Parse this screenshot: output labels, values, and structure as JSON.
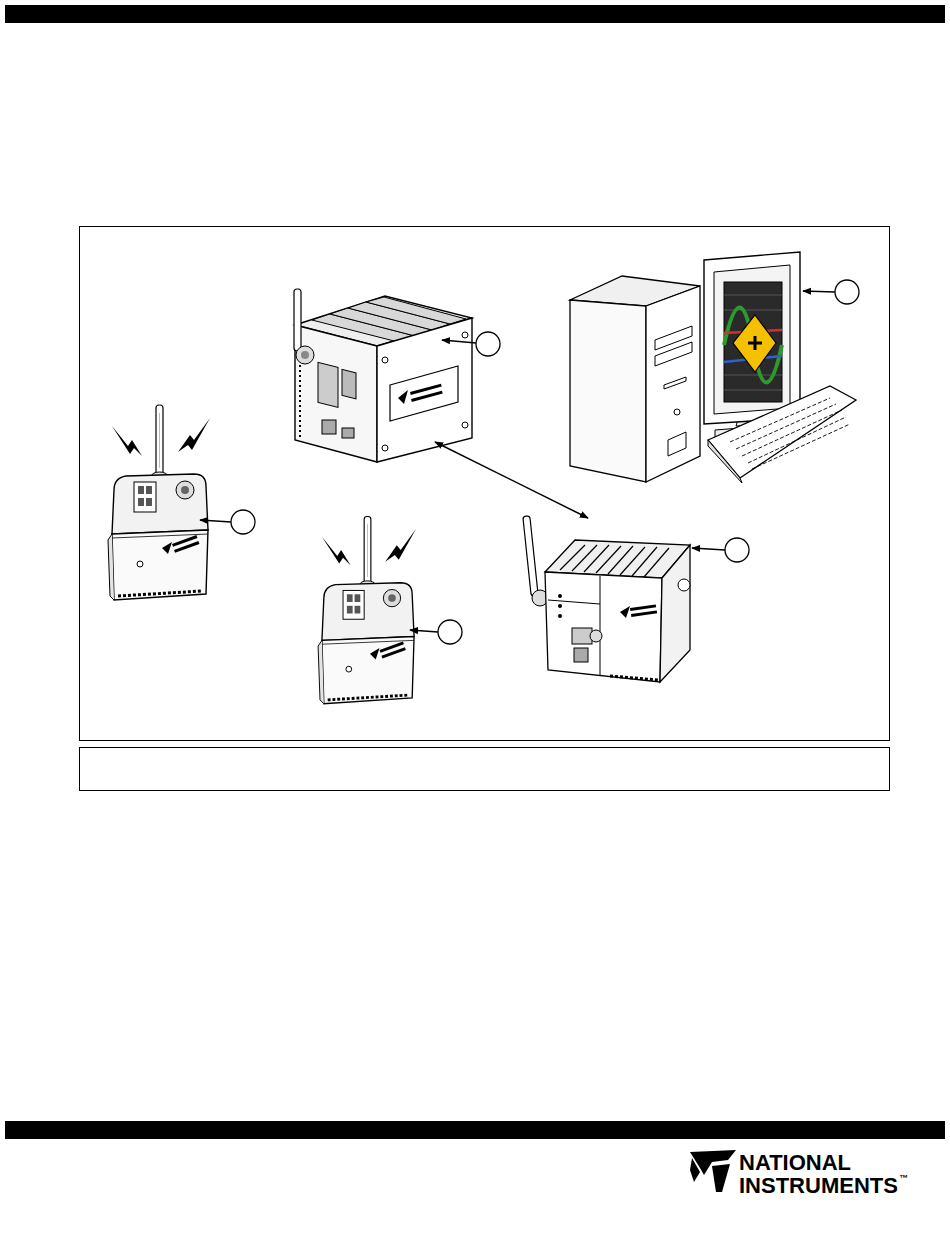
{
  "diagram": {
    "labels": [
      "NATIONAL",
      "INSTRUMENTS",
      "™"
    ]
  }
}
